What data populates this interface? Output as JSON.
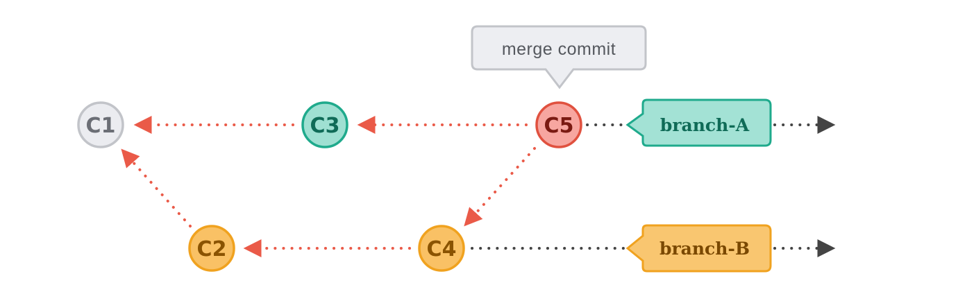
{
  "callout": {
    "text": "merge commit"
  },
  "commits": [
    {
      "id": "C1",
      "fill": "#ebecf0",
      "stroke": "#c2c4c9",
      "text": "#6b6e75"
    },
    {
      "id": "C2",
      "fill": "#f9c165",
      "stroke": "#f0a21f",
      "text": "#8a5300"
    },
    {
      "id": "C3",
      "fill": "#9fe0d2",
      "stroke": "#1faa8c",
      "text": "#0f6b57"
    },
    {
      "id": "C4",
      "fill": "#f9c165",
      "stroke": "#f0a21f",
      "text": "#8a5300"
    },
    {
      "id": "C5",
      "fill": "#f7a6a0",
      "stroke": "#e0513f",
      "text": "#7a1a12"
    }
  ],
  "branches": [
    {
      "name": "branch-A",
      "fill": "#a3e2d5",
      "stroke": "#1faa8c",
      "text": "#0f6b57"
    },
    {
      "name": "branch-B",
      "fill": "#f9c670",
      "stroke": "#f0a21f",
      "text": "#7a4800"
    }
  ],
  "colors": {
    "parent_link": "#ea5a48",
    "branch_link": "#444444",
    "callout_fill": "#edeef2",
    "callout_stroke": "#c2c4c9",
    "callout_text": "#55585e"
  }
}
